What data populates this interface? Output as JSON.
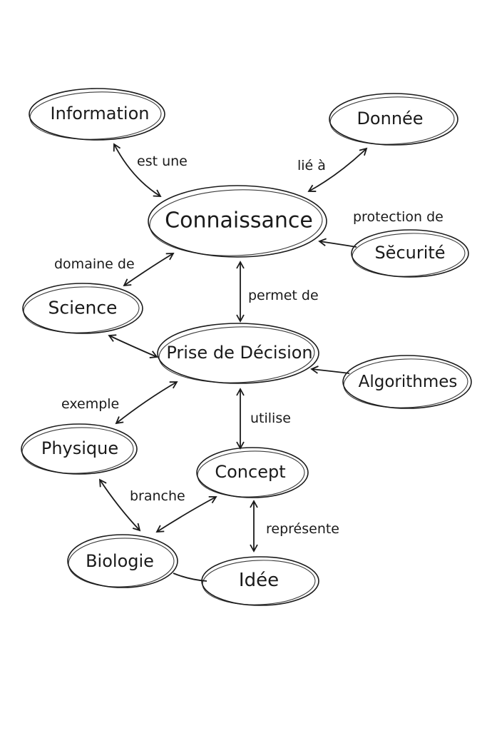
{
  "nodes": {
    "information": "Information",
    "donnee": "Donnée",
    "connaissance": "Connaissance",
    "securite": "Sĕcurité",
    "science": "Science",
    "prise_decision": "Prise de Décision",
    "algorithmes": "Algorithmes",
    "physique": "Physique",
    "concept": "Concept",
    "biologie": "Biologie",
    "idee": "Idée"
  },
  "edges": {
    "est_une": "est une",
    "lie_a": "lié à",
    "protection_de": "protection de",
    "domaine_de": "domaine de",
    "permet_de": "permet de",
    "exemple": "exemple",
    "utilise": "utilise",
    "branche": "branche",
    "represente": "représente"
  }
}
